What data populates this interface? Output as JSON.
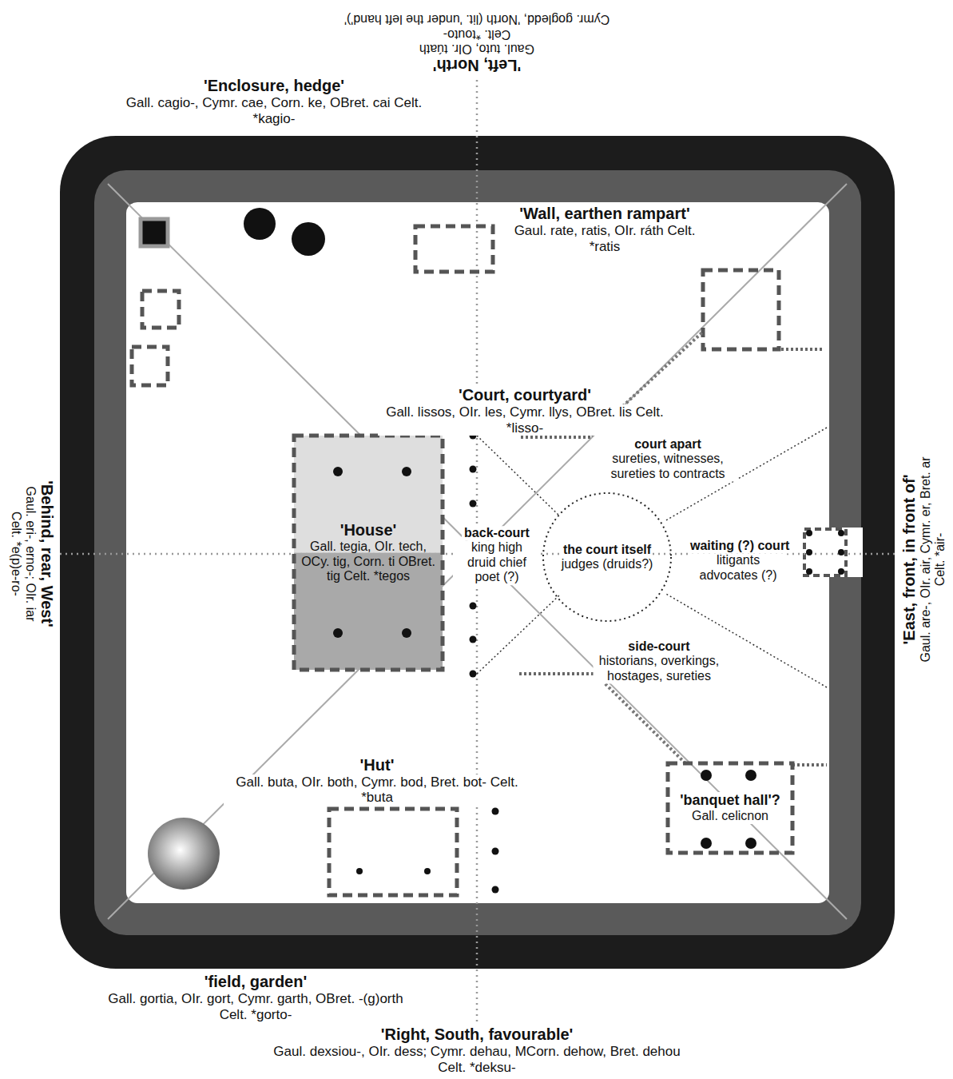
{
  "diagram": {
    "nodes": [
      {
        "text": [
          "'Enclosure, hedge'",
          "Gall. cagio-, Cymr. cae, Corn. ke, OBret. cai Celt. *kagio-"
        ]
      },
      {
        "text": [
          "'Wall, earthen rampart'",
          "Gaul. rate, ratis, OIr. ráth Celt. *ratis"
        ],
        "in": 0
      },
      {
        "text": [
          "'House'",
          "Gall. tegia, OIr. tech, OCy. tig, Corn. ti OBret. tig Celt. *tegos"
        ],
        "in": 1
      },
      {
        "text": [
          "the court itself",
          "judges (druids?)"
        ],
        "in": 1
      },
      {
        "text": [
          "'banquet hall'?",
          "Gall. celicnon"
        ],
        "in": 1
      },
      {
        "text": [
          "'Hut'",
          "Gall. buta, OIr. both, Cymr. bod, Bret. bot- Celt. *buta"
        ],
        "in": 1
      }
    ],
    "labels": [
      "'Left, North'",
      "Gaul. tuto, OIr. túath",
      "Celt. *touto-",
      "Cymr. gogledd, 'North (lit. 'under the left hand')'",
      "'Court, courtyard'",
      "Gall. lissos, OIr. les, Cymr. llys, OBret. lis Celt. *lisso-",
      "court apart",
      "sureties, witnesses, sureties to contracts",
      "back-court",
      "king high druid chief poet (?)",
      "waiting (?) court",
      "litigants advocates (?)",
      "side-court",
      "historians, overkings, hostages, sureties",
      "'Behind, rear, West'",
      "Gaul. eri-, erno-; OIr. iar",
      "Celt. *e(p)e-ro-",
      "'East, front, in front of'",
      "Gaul. are-, OIr. air, Cymr. er, Bret. ar",
      "Celt. *air-",
      "'field, garden'",
      "Gall. gortia, OIr. gort, Cymr. garth, OBret. -(g)orth",
      "Celt. *gorto-",
      "'Right, South, favourable'",
      "Gaul. dexsiou-, OIr. dess; Cymr. dehau, MCorn. dehow, Bret. dehou",
      "Celt. *deksu-"
    ]
  }
}
